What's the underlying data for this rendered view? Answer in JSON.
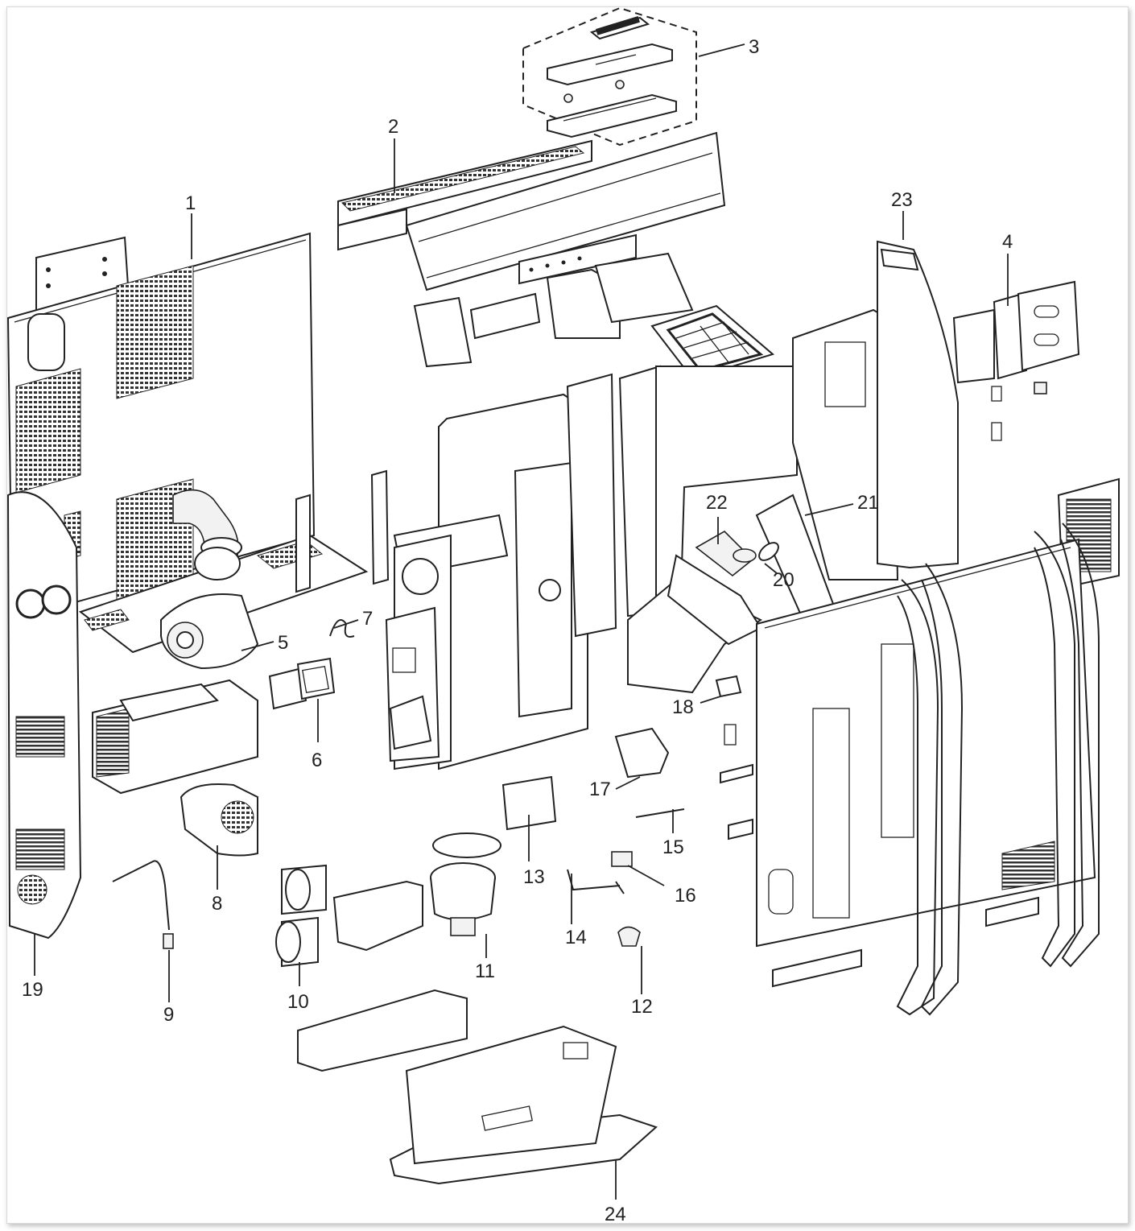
{
  "diagram": {
    "type": "exploded-parts-diagram",
    "callouts": [
      {
        "id": "1",
        "label": "1"
      },
      {
        "id": "2",
        "label": "2"
      },
      {
        "id": "3",
        "label": "3"
      },
      {
        "id": "4",
        "label": "4"
      },
      {
        "id": "5",
        "label": "5"
      },
      {
        "id": "6",
        "label": "6"
      },
      {
        "id": "7",
        "label": "7"
      },
      {
        "id": "8",
        "label": "8"
      },
      {
        "id": "9",
        "label": "9"
      },
      {
        "id": "10",
        "label": "10"
      },
      {
        "id": "11",
        "label": "11"
      },
      {
        "id": "12",
        "label": "12"
      },
      {
        "id": "13",
        "label": "13"
      },
      {
        "id": "14",
        "label": "14"
      },
      {
        "id": "15",
        "label": "15"
      },
      {
        "id": "16",
        "label": "16"
      },
      {
        "id": "17",
        "label": "17"
      },
      {
        "id": "18",
        "label": "18"
      },
      {
        "id": "19",
        "label": "19"
      },
      {
        "id": "20",
        "label": "20"
      },
      {
        "id": "21",
        "label": "21"
      },
      {
        "id": "22",
        "label": "22"
      },
      {
        "id": "23",
        "label": "23"
      },
      {
        "id": "24",
        "label": "24"
      }
    ],
    "colors": {
      "line": "#222222",
      "background": "#ffffff"
    }
  }
}
